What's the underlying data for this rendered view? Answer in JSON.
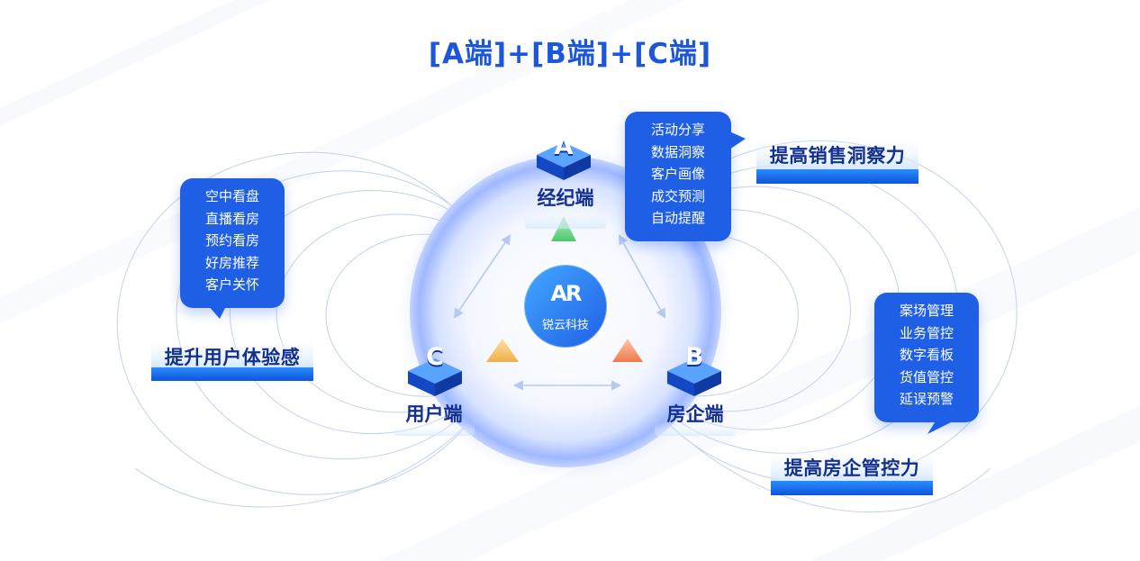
{
  "title": "[A端]+[B端]+[C端]",
  "center_logo": {
    "brand_name": "锐云科技",
    "letters": "AR"
  },
  "nodes": {
    "a": {
      "letter": "A",
      "label": "经纪端"
    },
    "b": {
      "letter": "B",
      "label": "房企端"
    },
    "c": {
      "letter": "C",
      "label": "用户端"
    }
  },
  "bubbles": {
    "left": [
      "空中看盘",
      "直播看房",
      "预约看房",
      "好房推荐",
      "客户关怀"
    ],
    "top": [
      "活动分享",
      "数据洞察",
      "客户画像",
      "成交预测",
      "自动提醒"
    ],
    "right": [
      "案场管理",
      "业务管控",
      "数字看板",
      "货值管控",
      "延误预警"
    ]
  },
  "banners": {
    "left": "提升用户体验感",
    "top": "提高销售洞察力",
    "right": "提高房企管控力"
  },
  "colors": {
    "primary_blue": "#1f5fe6",
    "dark_navy": "#13308f",
    "title_blue": "#1c56d9",
    "triangle_green": "#4cc76a",
    "triangle_orange": "#f0b04a",
    "triangle_red": "#ee7a4c"
  }
}
